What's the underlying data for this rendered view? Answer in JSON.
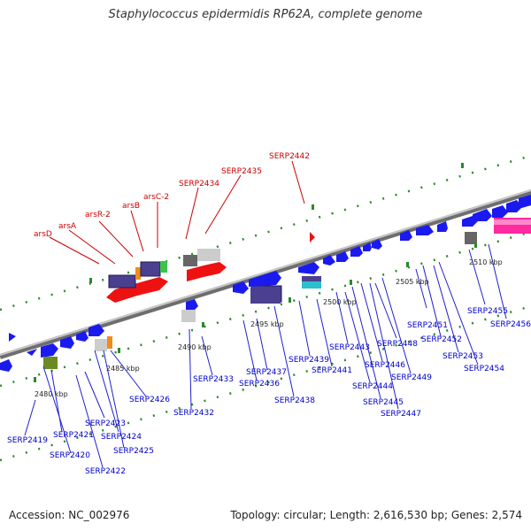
{
  "title": "Staphylococcus epidermidis RP62A, complete genome",
  "accession": "Accession: NC_002976",
  "footer": "Topology: circular; Length: 2,616,530 bp; Genes: 2,574",
  "colors": {
    "backbone": "#8a8a8a",
    "cds_forward": "#1a1aee",
    "cds_highlight": "#ee1111",
    "label_blue": "#0000cc",
    "label_red": "#cc0000",
    "dots": "#2a8a2a"
  },
  "scale_labels": [
    "2480 kbp",
    "2485 kbp",
    "2490 kbp",
    "2495 kbp",
    "2500 kbp",
    "2505 kbp",
    "2510 kbp"
  ],
  "red_labels": [
    "arsD",
    "arsA",
    "arsR-2",
    "arsB",
    "arsC-2",
    "SERP2434",
    "SERP2435",
    "SERP2442"
  ],
  "blue_labels": [
    "SERP2419",
    "SERP2420",
    "SERP2421",
    "SERP2422",
    "SERP2423",
    "SERP2424",
    "SERP2425",
    "SERP2426",
    "SERP2432",
    "SERP2433",
    "SERP2436",
    "SERP2437",
    "SERP2438",
    "SERP2439",
    "SERP2441",
    "SERP2443",
    "SERP2444",
    "SERP2445",
    "SERP2446",
    "SERP2447",
    "SERP2448",
    "SERP2449",
    "SERP2451",
    "SERP2452",
    "SERP2453",
    "SERP2454",
    "SERP2455",
    "SERP2456"
  ]
}
